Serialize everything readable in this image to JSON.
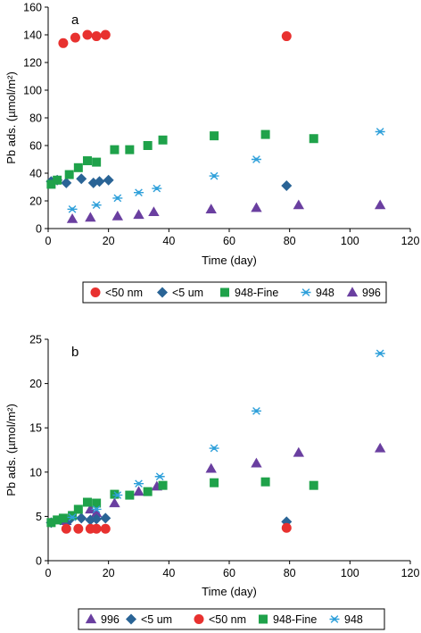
{
  "chart_data": [
    {
      "type": "scatter",
      "panel_label": "a",
      "xlabel": "Time (day)",
      "ylabel": "Pb ads. (µmol/m²)",
      "xlim": [
        0,
        120
      ],
      "ylim": [
        0,
        160
      ],
      "xticks": [
        0,
        20,
        40,
        60,
        80,
        100,
        120
      ],
      "yticks": [
        0,
        20,
        40,
        60,
        80,
        100,
        120,
        140,
        160
      ],
      "grid": false,
      "legend_position": "bottom",
      "series": [
        {
          "name": "<50 nm",
          "marker": "circle",
          "color": "#e8312f",
          "x": [
            5,
            9,
            13,
            16,
            19,
            79
          ],
          "y": [
            134,
            138,
            140,
            139,
            140,
            139
          ]
        },
        {
          "name": "<5 um",
          "marker": "diamond",
          "color": "#2a6496",
          "x": [
            1,
            3,
            6,
            11,
            15,
            17,
            20,
            79
          ],
          "y": [
            34,
            35,
            33,
            36,
            33,
            34,
            35,
            31
          ]
        },
        {
          "name": "948-Fine",
          "marker": "square",
          "color": "#1fa24a",
          "x": [
            1,
            3,
            7,
            10,
            13,
            16,
            22,
            27,
            33,
            38,
            55,
            72,
            88
          ],
          "y": [
            32,
            35,
            39,
            44,
            49,
            48,
            57,
            57,
            60,
            64,
            67,
            68,
            65
          ]
        },
        {
          "name": "948",
          "marker": "asterisk",
          "color": "#2fa0da",
          "x": [
            8,
            16,
            23,
            30,
            36,
            55,
            69,
            110
          ],
          "y": [
            14,
            17,
            22,
            26,
            29,
            38,
            50,
            70
          ]
        },
        {
          "name": "996",
          "marker": "triangle",
          "color": "#6a3fa0",
          "x": [
            8,
            14,
            23,
            30,
            35,
            54,
            69,
            83,
            110
          ],
          "y": [
            7,
            8,
            9,
            10,
            12,
            14,
            15,
            17,
            17
          ]
        }
      ]
    },
    {
      "type": "scatter",
      "panel_label": "b",
      "xlabel": "Time (day)",
      "ylabel": "Pb ads. (µmol/m²)",
      "xlim": [
        0,
        120
      ],
      "ylim": [
        0,
        25
      ],
      "xticks": [
        0,
        20,
        40,
        60,
        80,
        100,
        120
      ],
      "yticks": [
        0,
        5,
        10,
        15,
        20,
        25
      ],
      "grid": false,
      "legend_position": "bottom",
      "series": [
        {
          "name": "996",
          "marker": "triangle",
          "color": "#6a3fa0",
          "x": [
            6,
            14,
            16,
            22,
            30,
            36,
            54,
            69,
            83,
            110
          ],
          "y": [
            4.5,
            5.8,
            5.4,
            6.5,
            7.8,
            8.4,
            10.4,
            11.0,
            12.2,
            12.7
          ]
        },
        {
          "name": "<5 um",
          "marker": "diamond",
          "color": "#2a6496",
          "x": [
            1,
            4,
            7,
            11,
            14,
            16,
            19,
            79
          ],
          "y": [
            4.3,
            4.6,
            4.6,
            4.8,
            4.6,
            4.7,
            4.8,
            4.4
          ]
        },
        {
          "name": "<50 nm",
          "marker": "circle",
          "color": "#e8312f",
          "x": [
            6,
            10,
            14,
            16,
            19,
            79
          ],
          "y": [
            3.6,
            3.6,
            3.6,
            3.6,
            3.6,
            3.7
          ]
        },
        {
          "name": "948-Fine",
          "marker": "square",
          "color": "#1fa24a",
          "x": [
            1,
            3,
            5,
            8,
            10,
            13,
            16,
            22,
            27,
            33,
            38,
            55,
            72,
            88
          ],
          "y": [
            4.3,
            4.6,
            4.8,
            5.1,
            5.8,
            6.6,
            6.5,
            7.5,
            7.4,
            7.8,
            8.5,
            8.8,
            8.9,
            8.5
          ]
        },
        {
          "name": "948",
          "marker": "asterisk",
          "color": "#2fa0da",
          "x": [
            8,
            16,
            23,
            30,
            37,
            55,
            69,
            110
          ],
          "y": [
            4.9,
            5.8,
            7.4,
            8.7,
            9.5,
            12.7,
            16.9,
            23.4
          ]
        }
      ]
    }
  ]
}
